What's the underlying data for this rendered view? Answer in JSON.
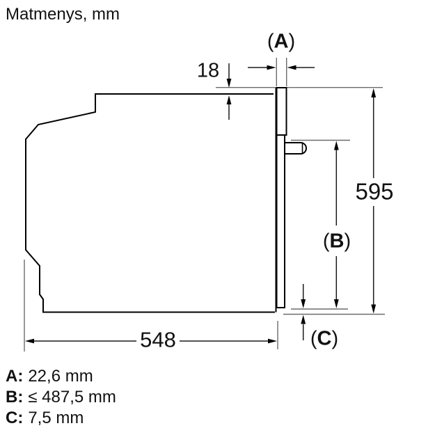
{
  "title": "Matmenys, mm",
  "diagram": {
    "dimension_values": {
      "top_offset": "18",
      "height": "595",
      "depth": "548"
    },
    "dimension_labels": {
      "open": "(",
      "close": ")",
      "a": "A",
      "b": "B",
      "c": "C"
    }
  },
  "legend": {
    "rows": [
      {
        "key": "A:",
        "value": "22,6 mm"
      },
      {
        "key": "B:",
        "value": "≤ 487,5 mm"
      },
      {
        "key": "C:",
        "value": "7,5 mm"
      }
    ]
  },
  "colors": {
    "outline": "#000000",
    "dimension_lines": "#1a1a1a",
    "extension_lines": "#6b6b6b",
    "background": "#ffffff",
    "text": "#111111"
  }
}
